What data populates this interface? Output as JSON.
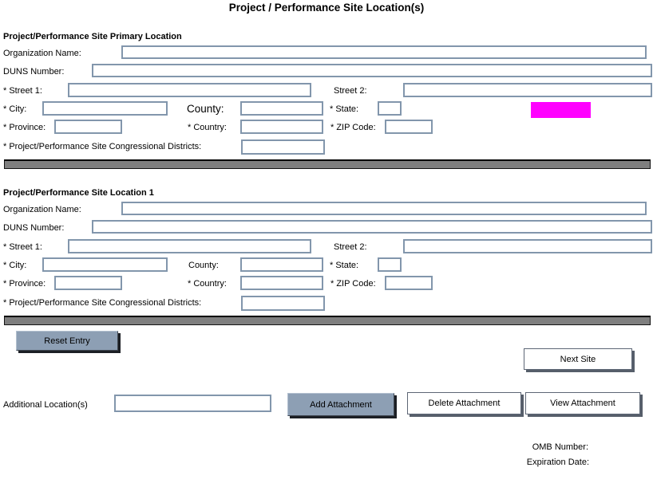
{
  "title": "Project / Performance Site Location(s)",
  "labels": {
    "org_name": "Organization Name:",
    "duns": "DUNS Number:",
    "street1": "* Street 1:",
    "street2": "Street 2:",
    "city": "* City:",
    "county": "County:",
    "state": "* State:",
    "province": "* Province:",
    "country": "* Country:",
    "zip": "* ZIP Code:",
    "congressional": "* Project/Performance Site Congressional Districts:"
  },
  "sections": [
    {
      "header": "Project/Performance Site Primary Location",
      "fields": {
        "organization_name": "",
        "duns_number": "",
        "street1": "",
        "street2": "",
        "city": "",
        "county": "",
        "state": "",
        "province": "",
        "country": "",
        "zip_code": "",
        "congressional_districts": ""
      }
    },
    {
      "header": "Project/Performance Site Location 1",
      "fields": {
        "organization_name": "",
        "duns_number": "",
        "street1": "",
        "street2": "",
        "city": "",
        "county": "",
        "state": "",
        "province": "",
        "country": "",
        "zip_code": "",
        "congressional_districts": ""
      }
    }
  ],
  "buttons": {
    "reset": "Reset Entry",
    "next_site": "Next Site",
    "add_attachment": "Add Attachment",
    "delete_attachment": "Delete Attachment",
    "view_attachment": "View Attachment"
  },
  "attachments": {
    "additional_label": "Additional Location(s)",
    "filename_value": ""
  },
  "footer": {
    "omb": "OMB Number:",
    "expiration": "Expiration Date:"
  },
  "colors": {
    "highlight_box": "#FF00FF",
    "button_fill": "#8D9FB4",
    "divider_bar": "#7F7F7F",
    "input_border": "#8296AC"
  }
}
